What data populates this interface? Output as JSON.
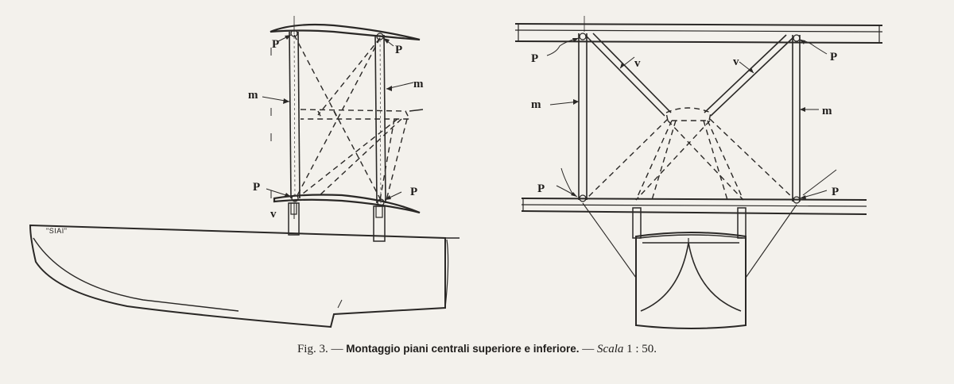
{
  "figure": {
    "left_view": {
      "hull_label": "\"SIAI\"",
      "labels": {
        "p_top_left": "P",
        "p_top_right": "P",
        "m_left": "m",
        "m_right": "m",
        "p_bottom_left": "P",
        "p_bottom_right": "P",
        "v_bottom": "v"
      }
    },
    "right_view": {
      "labels": {
        "p_top_left": "P",
        "p_top_right": "P",
        "v_left": "v",
        "v_right": "v",
        "m_left": "m",
        "m_right": "m",
        "p_bottom_left": "P",
        "p_bottom_right": "P"
      }
    }
  },
  "caption": {
    "fig_number": "Fig. 3.",
    "dash1": "—",
    "title": "Montaggio piani centrali superiore e inferiore.",
    "dash2": "—",
    "scale_word": "Scala",
    "scale_value": "1 : 50."
  }
}
